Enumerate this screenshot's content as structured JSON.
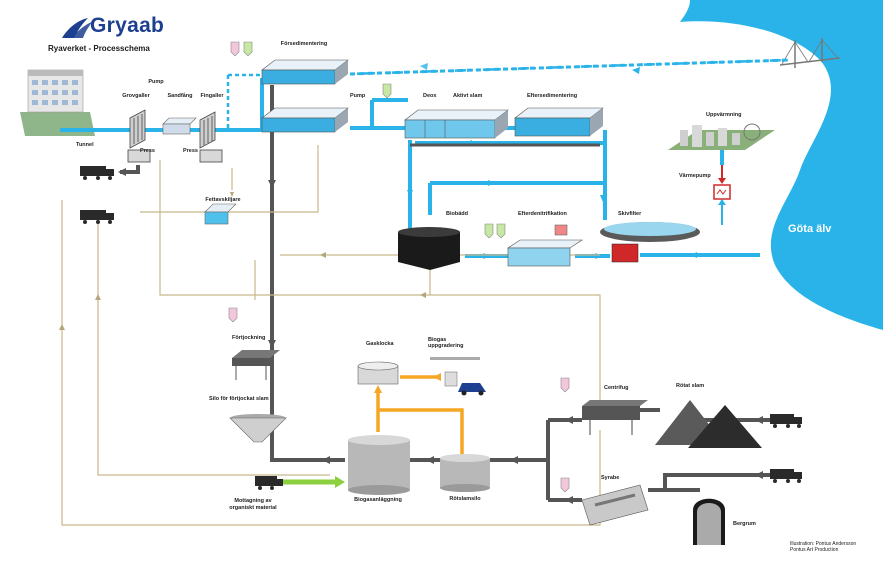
{
  "header": {
    "brand": "Gryaab",
    "subtitle": "Ryaverket - Processchema"
  },
  "labels": {
    "pump_top": "Pump",
    "grovgaller": "Grovgaller",
    "sandfang": "Sandfång",
    "fingaller": "Fingaller",
    "tunnel": "Tunnel",
    "press_left": "Press",
    "press_right": "Press",
    "fettavskiljare": "Fettavskiljare",
    "forsedimentering": "Försedimentering",
    "pump_mid": "Pump",
    "deox": "Deox",
    "aktivt_slam": "Aktivt slam",
    "eftersedimentering": "Eftersedimentering",
    "biobadd": "Biobädd",
    "efterdenitrifikation": "Efterdenitrifikation",
    "skivfilter": "Skivfilter",
    "uppvarmning": "Uppvärmning",
    "varmepump": "Värmepump",
    "gota_alv": "Göta älv",
    "fortjockning": "Förtjockning",
    "gasklocka": "Gasklocka",
    "biogas_upgradering": "Biogas uppgradering",
    "silo": "Silo för förtjockat slam",
    "centrifug": "Centrifug",
    "rotat_slam": "Rötat slam",
    "mottagning": "Mottagning av organiskt material",
    "biogasanlaggning": "Biogasanläggning",
    "rotslamsilo": "Rötslamsilo",
    "syrabe": "Syrabe",
    "bergrum": "Bergrum"
  },
  "credit": {
    "line1": "Illustration: Pontus Andersson",
    "line2": "Pontus Art Production"
  },
  "colors": {
    "water": "#29b3e8",
    "water_dash": "#29b3e8",
    "sludge": "#555555",
    "gas": "#f5a623",
    "return": "#c8b98a",
    "chemical": "#d9a9c9",
    "organic": "#8ccf3f",
    "river": "#29b3e8",
    "brand": "#1d3f8f"
  }
}
